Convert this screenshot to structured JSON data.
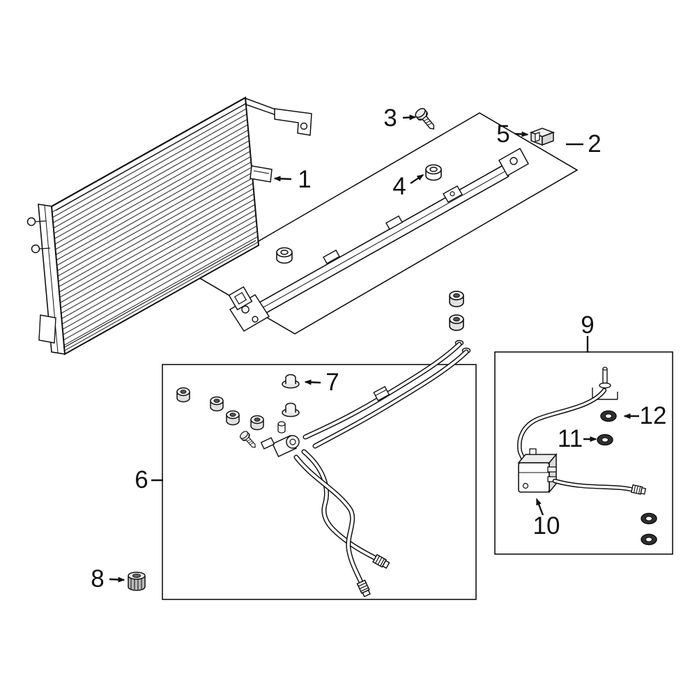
{
  "diagram": {
    "background_color": "#ffffff",
    "line_color": "#111111",
    "callouts": [
      {
        "id": "callout-1",
        "label": "1"
      },
      {
        "id": "callout-2",
        "label": "2"
      },
      {
        "id": "callout-3",
        "label": "3"
      },
      {
        "id": "callout-4",
        "label": "4"
      },
      {
        "id": "callout-5",
        "label": "5"
      },
      {
        "id": "callout-6",
        "label": "6"
      },
      {
        "id": "callout-7",
        "label": "7"
      },
      {
        "id": "callout-8",
        "label": "8"
      },
      {
        "id": "callout-9",
        "label": "9"
      },
      {
        "id": "callout-10",
        "label": "10"
      },
      {
        "id": "callout-11",
        "label": "11"
      },
      {
        "id": "callout-12",
        "label": "12"
      }
    ]
  }
}
